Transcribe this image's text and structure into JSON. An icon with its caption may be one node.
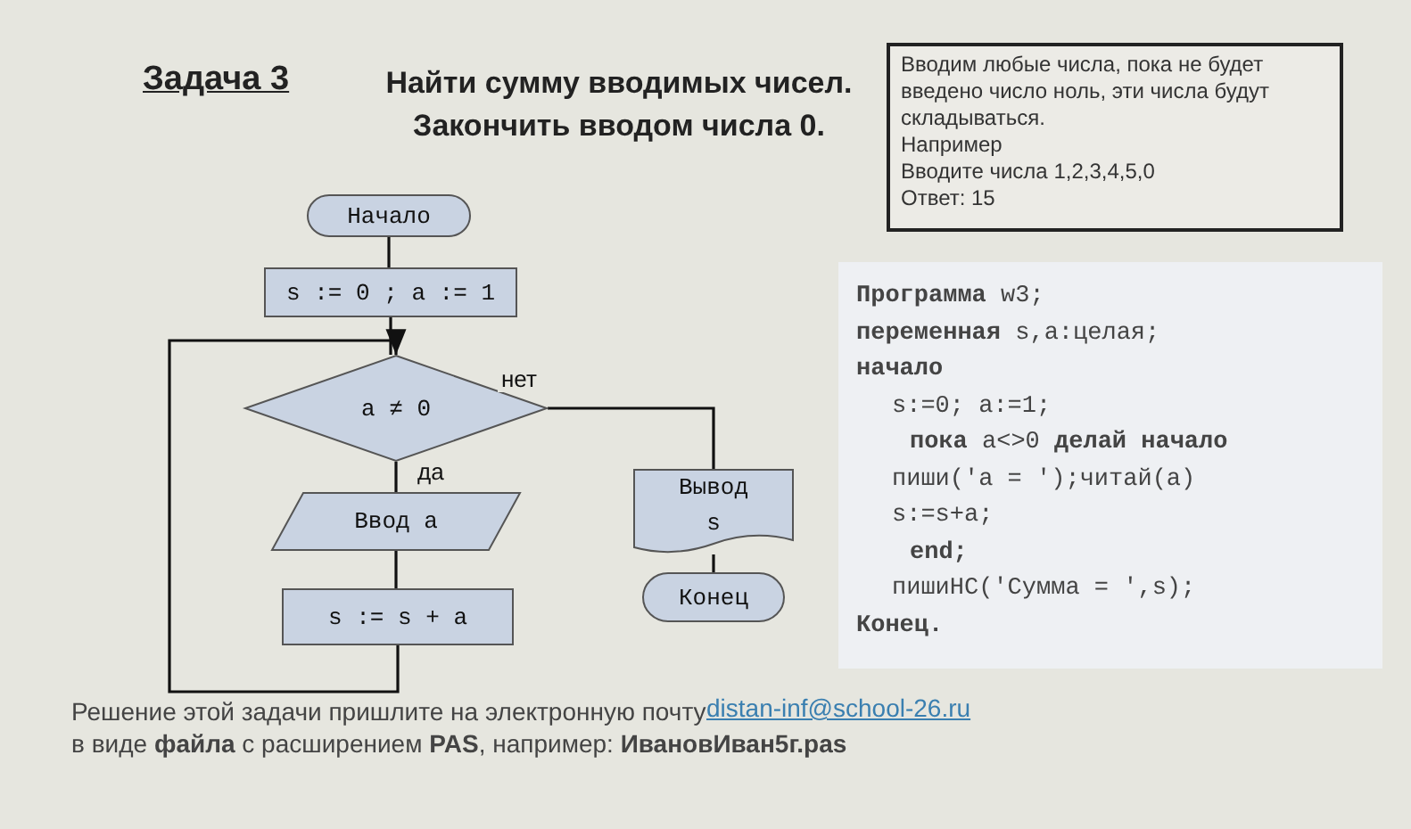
{
  "diagram": {
    "title": "Задача 3",
    "nodes": [
      {
        "text": [
          "Вводим любые числа, пока не будет введено число ноль, эти числа будут складываться.",
          "Например",
          "Вводите числа 1,2,3,4,5,0",
          "Ответ: 15"
        ]
      },
      {
        "text": [
          "Начало"
        ]
      },
      {
        "text": [
          "s := 0 ; a := 1"
        ]
      },
      {
        "text": [
          "a ≠ 0"
        ]
      },
      {
        "text": [
          "Ввод a"
        ]
      },
      {
        "text": [
          "s := s + a"
        ]
      },
      {
        "text": [
          "Вывод s"
        ]
      },
      {
        "text": [
          "Конец"
        ]
      },
      {
        "text": [
          "**Программа** w3;",
          "**переменная** s,a:целая;",
          "**начало**",
          "s:=0; a:=1;",
          "**пока** a<>0 **делай начало**",
          "пиши('a = ');читай(a)",
          "s:=s+a;",
          "**end;**",
          "пишиНС('Сумма = ',s);",
          "**Конец.**"
        ]
      }
    ],
    "edges": [
      {
        "from": 1,
        "to": 2,
        "arrow": "none"
      },
      {
        "from": 2,
        "to": 3,
        "arrow": "none"
      },
      {
        "from": 3,
        "to": 4,
        "label": "да",
        "arrow": "none"
      },
      {
        "from": 4,
        "to": 5,
        "arrow": "none"
      },
      {
        "from": 5,
        "to": 3,
        "arrow": "to"
      },
      {
        "from": 3,
        "to": 6,
        "label": "нет",
        "arrow": "none"
      },
      {
        "from": 6,
        "to": 7,
        "arrow": "none"
      }
    ],
    "labels": [
      "Найти сумму вводимых чисел. Закончить вводом числа 0.",
      "Решение этой задачи пришлите на электронную почту",
      "distan-inf@school-26.ru",
      "в виде **файла** с расширением **PAS**, например: **ИвановИван5г.pas**"
    ]
  }
}
